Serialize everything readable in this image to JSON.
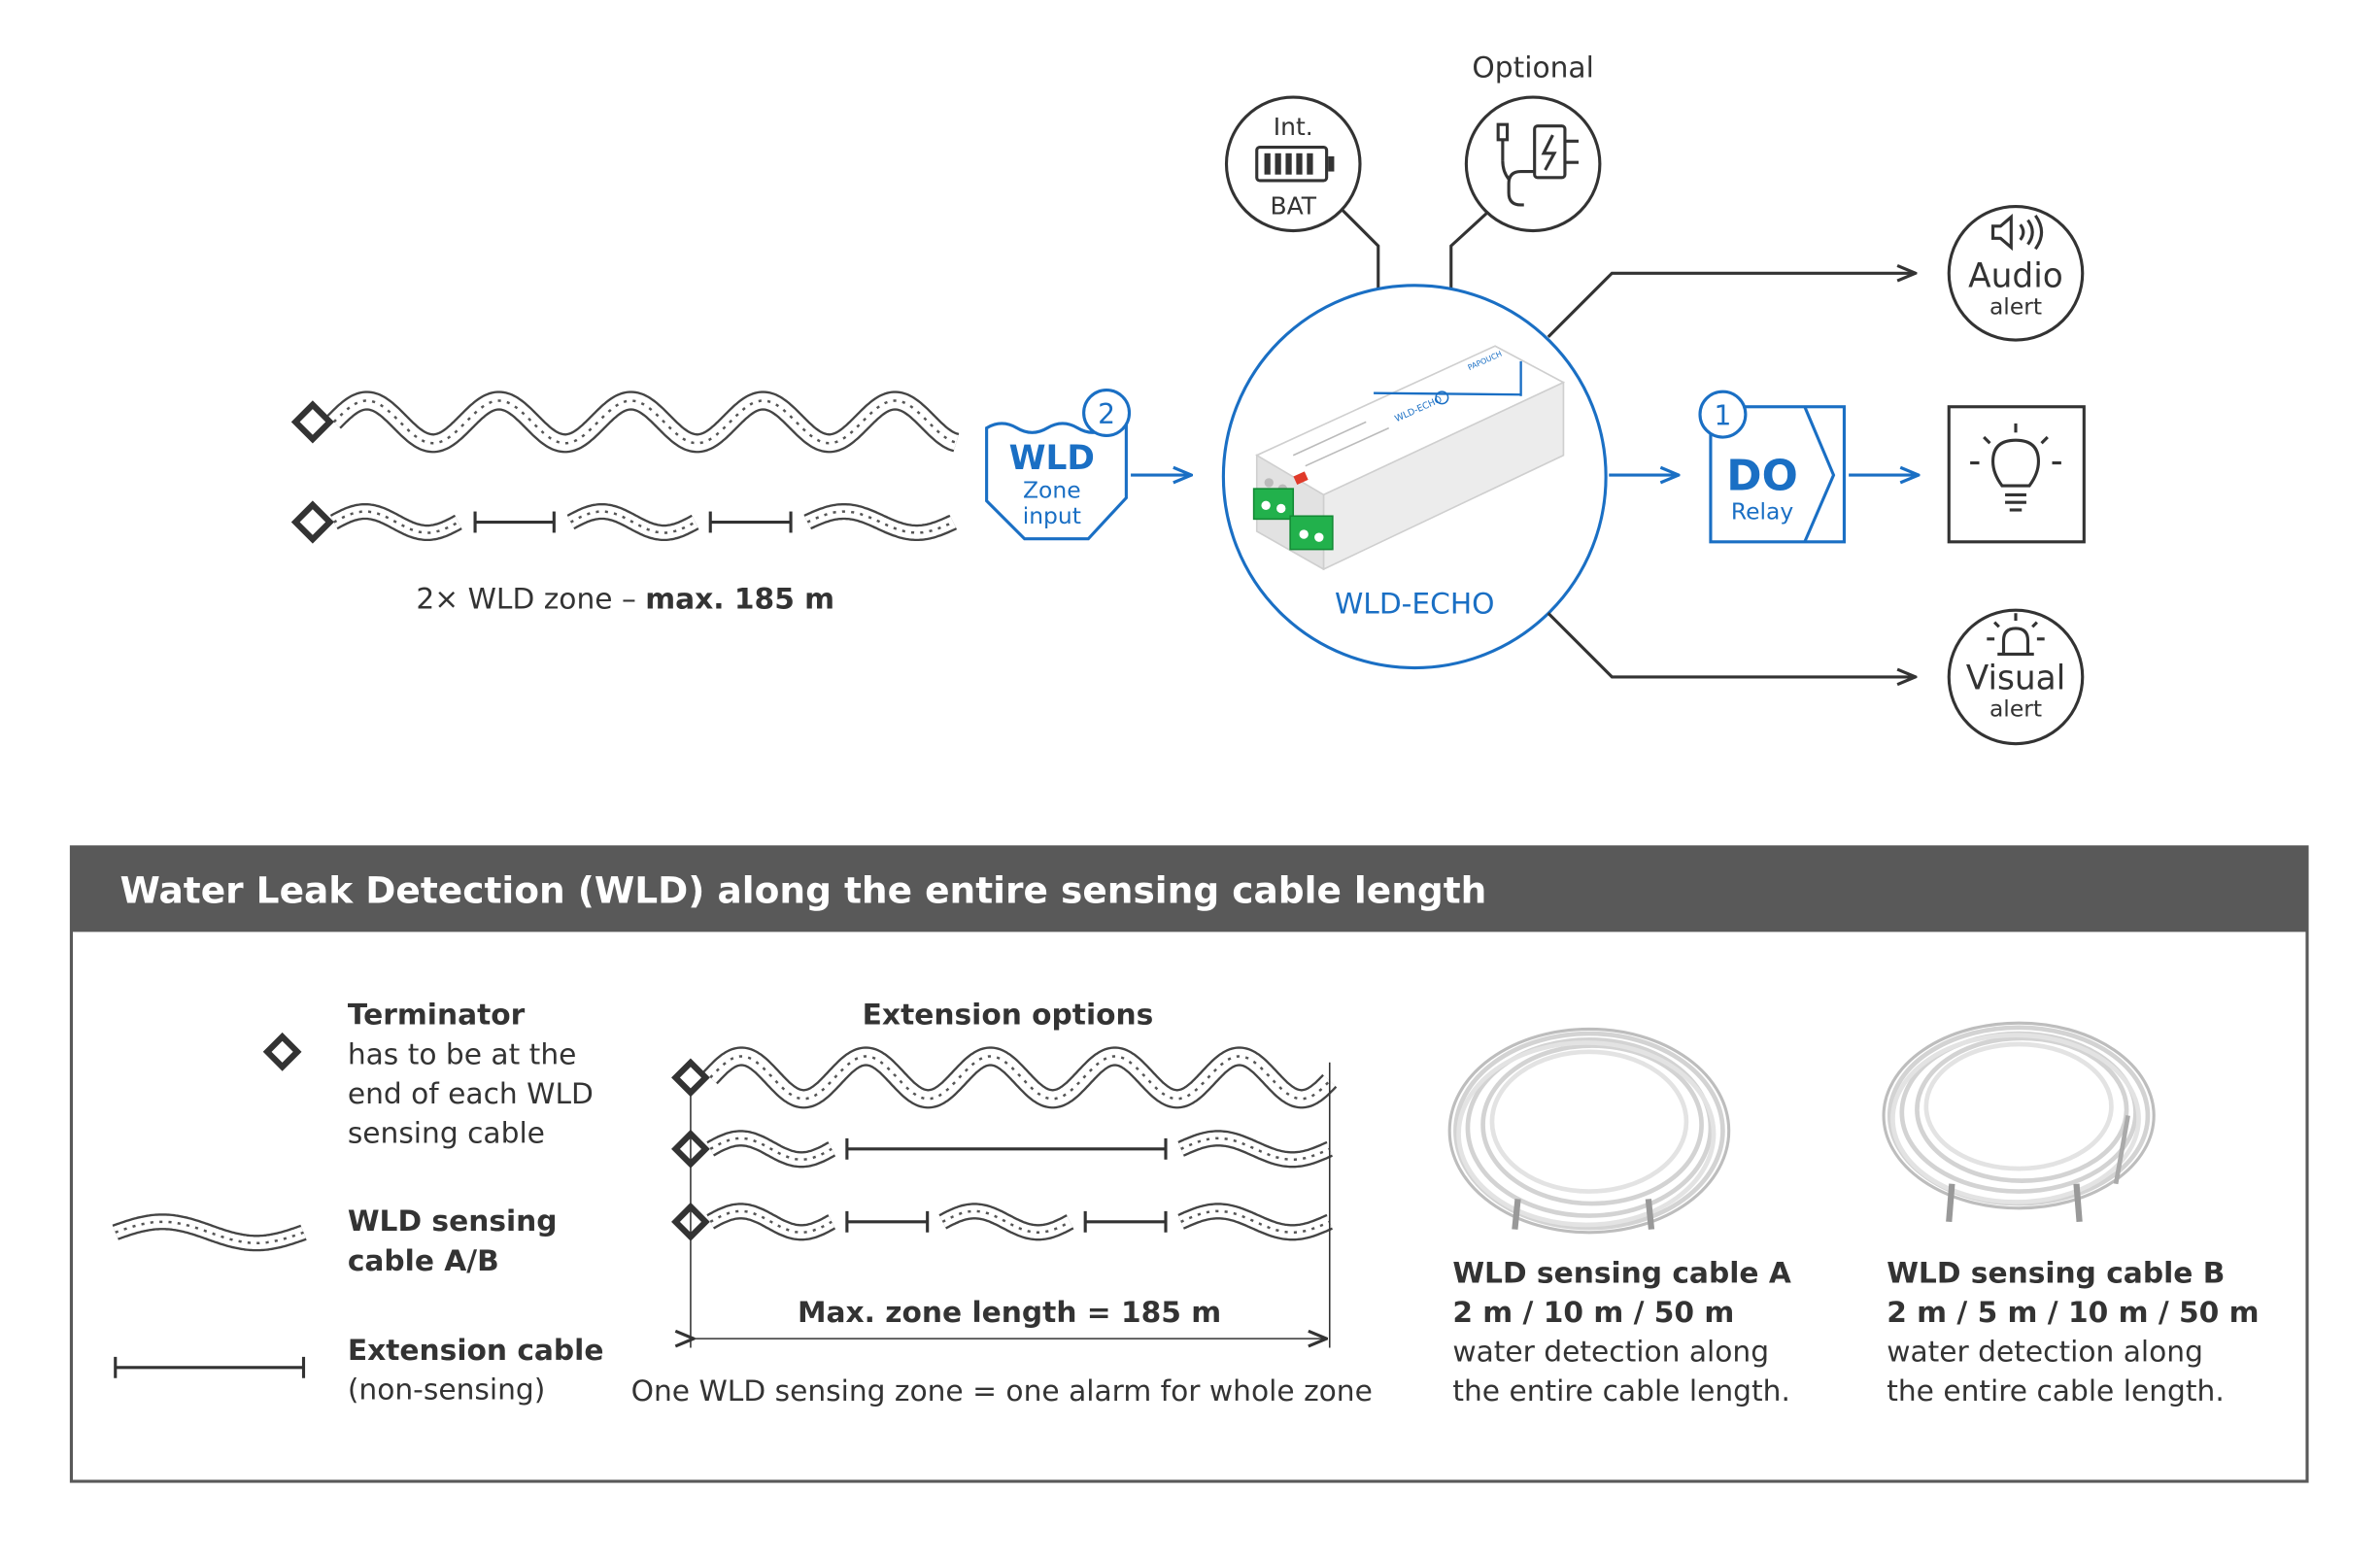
{
  "optional_label": "Optional",
  "battery": {
    "top": "Int.",
    "bottom": "BAT"
  },
  "zone_caption": {
    "prefix": "2× WLD zone – ",
    "bold": "max. 185 m"
  },
  "wld_input": {
    "badge": "2",
    "title": "WLD",
    "line1": "Zone",
    "line2": "input"
  },
  "device_label": "WLD-ECHO",
  "device_face": {
    "brand": "PAPOUCH",
    "model": "WLD-ECHO"
  },
  "relay": {
    "badge": "1",
    "title": "DO",
    "sub": "Relay"
  },
  "audio_alert": {
    "title": "Audio",
    "sub": "alert"
  },
  "visual_alert": {
    "title": "Visual",
    "sub": "alert"
  },
  "legend": {
    "title": "Water Leak Detection (WLD) along the entire sensing cable length",
    "terminator": {
      "title": "Terminator",
      "lines": [
        "has to be at the",
        "end of each WLD",
        "sensing cable"
      ]
    },
    "sensing": {
      "lines": [
        "WLD sensing",
        "cable A/B"
      ]
    },
    "extension": {
      "title": "Extension cable",
      "sub": "(non-sensing)"
    },
    "ext_options": {
      "title": "Extension options",
      "max_length": "Max. zone length = 185 m",
      "note": "One WLD sensing zone = one alarm for whole zone"
    },
    "cable_a": {
      "title": "WLD sensing cable A",
      "sizes": "2 m / 10 m / 50 m",
      "lines": [
        "water detection along",
        "the entire cable length."
      ]
    },
    "cable_b": {
      "title": "WLD sensing cable B",
      "sizes": "2 m / 5 m / 10 m / 50 m",
      "lines": [
        "water detection along",
        "the entire cable length."
      ]
    }
  },
  "colors": {
    "accent": "#1a6fc4",
    "header": "#595959",
    "line": "#333333",
    "connector": "#22b14c"
  }
}
